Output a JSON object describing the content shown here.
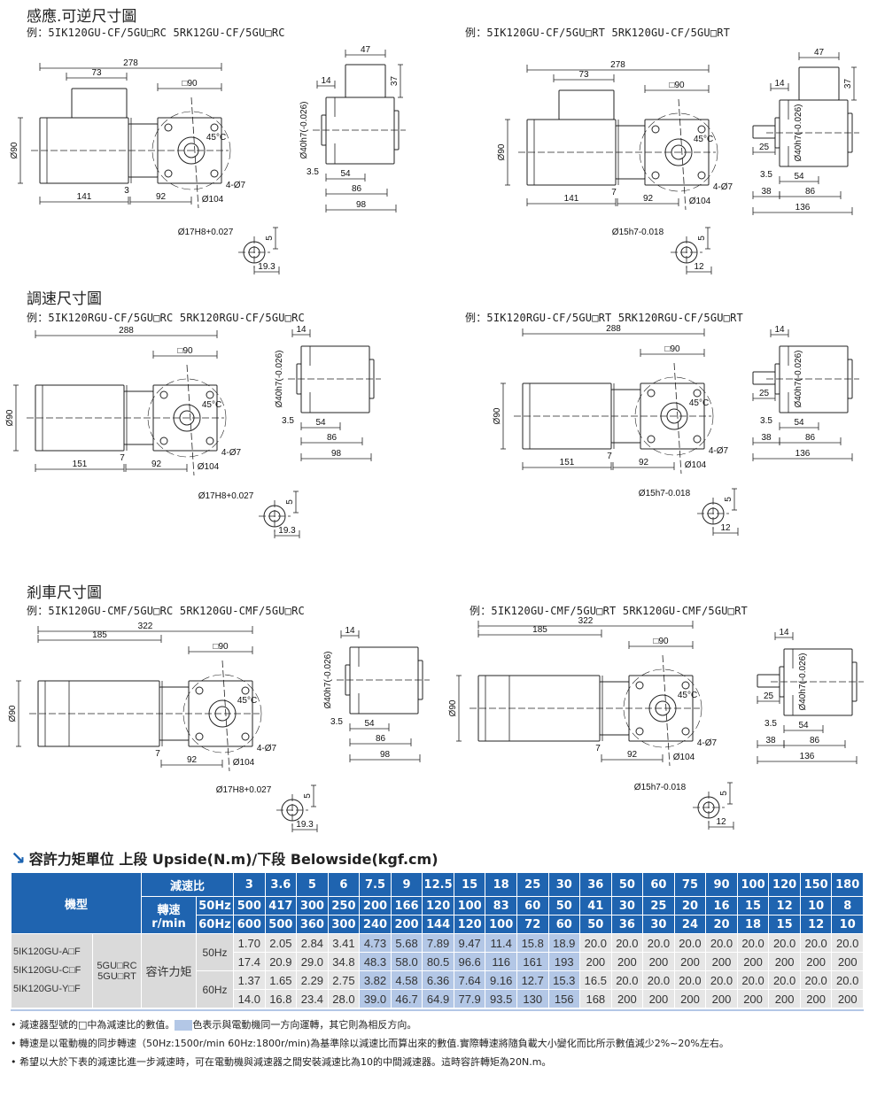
{
  "sections": [
    {
      "title": "感應.可逆尺寸圖",
      "examples": [
        "例：5IK120GU-CF/5GU□RC  5RK12GU-CF/5GU□RC",
        "例：5IK120GU-CF/5GU□RT  5RK120GU-CF/5GU□RT"
      ]
    },
    {
      "title": "調速尺寸圖",
      "examples": [
        "例：5IK120RGU-CF/5GU□RC  5RK120RGU-CF/5GU□RC",
        "例：5IK120RGU-CF/5GU□RT  5RK120RGU-CF/5GU□RT"
      ]
    },
    {
      "title": "剎車尺寸圖",
      "examples": [
        "例：5IK120GU-CMF/5GU□RC  5RK120GU-CMF/5GU□RC",
        "例：5IK120GU-CMF/5GU□RT  5RK120GU-CMF/5GU□RT"
      ]
    }
  ],
  "drawings": [
    {
      "total": "278",
      "box": "73",
      "square": "□90",
      "dia": "Ø90",
      "left": "141",
      "gap": "3",
      "gear": "92",
      "pcd": "Ø104",
      "holes": "4-Ø7",
      "angle": "45°C",
      "s47": "47",
      "s14": "14",
      "s37": "37",
      "s40": "Ø40h7(-0.026)",
      "s35": "3.5",
      "s54": "54",
      "s86": "86",
      "s98": "98",
      "kdia": "Ø17H8+0.027",
      "kh": "5",
      "kw": "19.3"
    },
    {
      "total": "278",
      "box": "73",
      "square": "□90",
      "dia": "Ø90",
      "left": "141",
      "gap": "7",
      "gear": "92",
      "pcd": "Ø104",
      "holes": "4-Ø7",
      "angle": "45°C",
      "s47": "47",
      "s14": "14",
      "s37": "37",
      "s40": "Ø40h7(-0.026)",
      "s25": "25",
      "s35": "3.5",
      "s54": "54",
      "s38": "38",
      "s86": "86",
      "s136": "136",
      "kdia": "Ø15h7-0.018",
      "kh": "5",
      "kw": "12"
    },
    {
      "total": "288",
      "square": "□90",
      "dia": "Ø90",
      "left": "151",
      "gap": "7",
      "gear": "92",
      "pcd": "Ø104",
      "holes": "4-Ø7",
      "angle": "45°C",
      "s14": "14",
      "s40": "Ø40h7(-0.026)",
      "s35": "3.5",
      "s54": "54",
      "s86": "86",
      "s98": "98",
      "kdia": "Ø17H8+0.027",
      "kh": "5",
      "kw": "19.3"
    },
    {
      "total": "288",
      "square": "□90",
      "dia": "Ø90",
      "left": "151",
      "gap": "7",
      "gear": "92",
      "pcd": "Ø104",
      "holes": "4-Ø7",
      "angle": "45°C",
      "s14": "14",
      "s40": "Ø40h7(-0.026)",
      "s25": "25",
      "s35": "3.5",
      "s54": "54",
      "s38": "38",
      "s86": "86",
      "s136": "136",
      "kdia": "Ø15h7-0.018",
      "kh": "5",
      "kw": "12"
    },
    {
      "total": "322",
      "box": "185",
      "square": "□90",
      "dia": "Ø90",
      "gap": "7",
      "gear": "92",
      "pcd": "Ø104",
      "holes": "4-Ø7",
      "angle": "45°C",
      "s14": "14",
      "s40": "Ø40h7(-0.026)",
      "s35": "3.5",
      "s54": "54",
      "s86": "86",
      "s98": "98",
      "kdia": "Ø17H8+0.027",
      "kh": "5",
      "kw": "19.3"
    },
    {
      "total": "322",
      "box": "185",
      "square": "□90",
      "dia": "Ø90",
      "gap": "7",
      "gear": "92",
      "pcd": "Ø104",
      "holes": "4-Ø7",
      "angle": "45°C",
      "s14": "14",
      "s40": "Ø40h7(-0.026)",
      "s25": "25",
      "s35": "3.5",
      "s54": "54",
      "s38": "38",
      "s86": "86",
      "s136": "136",
      "kdia": "Ø15h7-0.018",
      "kh": "5",
      "kw": "12"
    }
  ],
  "table": {
    "title": "容許力矩單位 上段 Upside(N.m)/下段 Belowside(kgf.cm)",
    "model_header": "機型",
    "ratio_header": "減速比",
    "speed_header": "轉速",
    "speed_unit": "r/min",
    "hz50": "50Hz",
    "hz60": "60Hz",
    "models": [
      "5IK120GU-A□F",
      "5IK120GU-C□F",
      "5IK120GU-Y□F"
    ],
    "gearheads": [
      "5GU□RC",
      "5GU□RT"
    ],
    "torque_label": "容许力矩",
    "ratios": [
      "3",
      "3.6",
      "5",
      "6",
      "7.5",
      "9",
      "12.5",
      "15",
      "18",
      "25",
      "30",
      "36",
      "50",
      "60",
      "75",
      "90",
      "100",
      "120",
      "150",
      "180"
    ],
    "speed50": [
      "500",
      "417",
      "300",
      "250",
      "200",
      "166",
      "120",
      "100",
      "83",
      "60",
      "50",
      "41",
      "30",
      "25",
      "20",
      "16",
      "15",
      "12",
      "10",
      "8"
    ],
    "speed60": [
      "600",
      "500",
      "360",
      "300",
      "240",
      "200",
      "144",
      "120",
      "100",
      "72",
      "60",
      "50",
      "36",
      "30",
      "24",
      "20",
      "18",
      "15",
      "12",
      "10"
    ],
    "rows": [
      [
        "1.70",
        "2.05",
        "2.84",
        "3.41",
        "4.73",
        "5.68",
        "7.89",
        "9.47",
        "11.4",
        "15.8",
        "18.9",
        "20.0",
        "20.0",
        "20.0",
        "20.0",
        "20.0",
        "20.0",
        "20.0",
        "20.0",
        "20.0"
      ],
      [
        "17.4",
        "20.9",
        "29.0",
        "34.8",
        "48.3",
        "58.0",
        "80.5",
        "96.6",
        "116",
        "161",
        "193",
        "200",
        "200",
        "200",
        "200",
        "200",
        "200",
        "200",
        "200",
        "200"
      ],
      [
        "1.37",
        "1.65",
        "2.29",
        "2.75",
        "3.82",
        "4.58",
        "6.36",
        "7.64",
        "9.16",
        "12.7",
        "15.3",
        "16.5",
        "20.0",
        "20.0",
        "20.0",
        "20.0",
        "20.0",
        "20.0",
        "20.0",
        "20.0"
      ],
      [
        "14.0",
        "16.8",
        "23.4",
        "28.0",
        "39.0",
        "46.7",
        "64.9",
        "77.9",
        "93.5",
        "130",
        "156",
        "168",
        "200",
        "200",
        "200",
        "200",
        "200",
        "200",
        "200",
        "200"
      ]
    ],
    "highlight_from": 4,
    "highlight_to": 10,
    "highlight_color": "#b3c7e6",
    "header_color": "#1f64b0"
  },
  "notes": [
    {
      "pre": "減速器型號的□中為減速比的數值。",
      "post": "色表示與電動機同一方向運轉，其它則為相反方向。"
    },
    {
      "pre": "轉速是以電動機的同步轉速（50Hz:1500r/min 60Hz:1800r/min)為基準除以減速比而算出來的數值.實際轉速將隨負載大小變化而比所示數值減少2%~20%左右。",
      "post": ""
    },
    {
      "pre": "希望以大於下表的減速比進一步減速時，可在電動機與減速器之間安裝減速比為10的中間減速器。這時容許轉矩為20N.m。",
      "post": ""
    }
  ]
}
